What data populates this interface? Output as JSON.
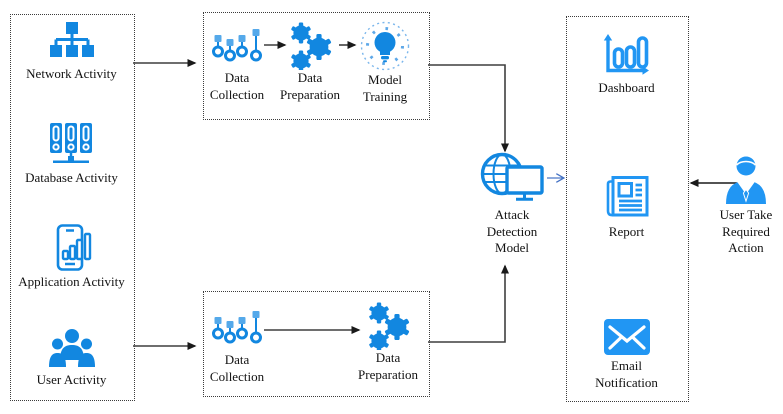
{
  "diagram": {
    "type": "flowchart",
    "left_panel": {
      "items": [
        {
          "label": "Network Activity",
          "icon": "sitemap-icon"
        },
        {
          "label": "Database Activity",
          "icon": "binders-icon"
        },
        {
          "label": "Application Activity",
          "icon": "mobile-chart-icon"
        },
        {
          "label": "User Activity",
          "icon": "users-group-icon"
        }
      ]
    },
    "top_pipeline": {
      "steps": [
        {
          "label": "Data Collection",
          "icon": "data-collection-icon"
        },
        {
          "label": "Data Preparation",
          "icon": "gears-icon"
        },
        {
          "label": "Model Training",
          "icon": "lightbulb-icon"
        }
      ]
    },
    "bottom_pipeline": {
      "steps": [
        {
          "label": "Data Collection",
          "icon": "data-collection-icon"
        },
        {
          "label": "Data Preparation",
          "icon": "gears-icon"
        }
      ]
    },
    "center": {
      "label": "Attack Detection Model",
      "icon": "globe-monitor-icon"
    },
    "right_panel": {
      "items": [
        {
          "label": "Dashboard",
          "icon": "chart-axes-icon"
        },
        {
          "label": "Report",
          "icon": "newspaper-icon"
        },
        {
          "label": "Email Notification",
          "icon": "envelope-icon"
        }
      ]
    },
    "actor": {
      "label": "User Take Required Action",
      "icon": "businessman-icon"
    },
    "connections": [
      {
        "from": "left-panel",
        "to": "top-pipeline",
        "color": "black"
      },
      {
        "from": "left-panel",
        "to": "bottom-pipeline",
        "color": "black"
      },
      {
        "from": "top-pipeline",
        "to": "attack-detection-model",
        "color": "black"
      },
      {
        "from": "bottom-pipeline",
        "to": "attack-detection-model",
        "color": "black"
      },
      {
        "from": "attack-detection-model",
        "to": "right-panel",
        "color": "blue"
      },
      {
        "from": "actor",
        "to": "right-panel",
        "color": "black"
      }
    ],
    "colors": {
      "icon_blue": "#1287E0",
      "icon_blue_light": "#2196F3",
      "square_light_blue": "#55A9EA",
      "halo_blue": "#5EA8E8",
      "arrow_black": "#3f3f3f",
      "arrow_blue": "#4472C4",
      "border": "#3c3c3c",
      "background": "#ffffff"
    }
  }
}
